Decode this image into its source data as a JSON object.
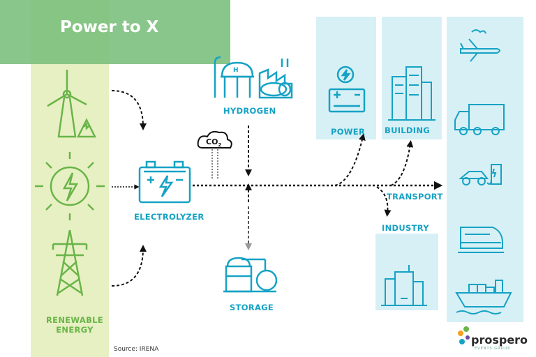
{
  "title": "Power to X",
  "labels": {
    "renewable_line1": "RENEWABLE",
    "renewable_line2": "ENERGY",
    "electrolyzer": "ELECTROLYZER",
    "hydrogen": "HYDROGEN",
    "storage": "STORAGE",
    "power": "POWER",
    "building": "BUILDING",
    "transport": "TRANSPORT",
    "industry": "INDUSTRY",
    "co2": "CO",
    "co2_sub": "2",
    "h2_tank": "H"
  },
  "source": "Source: IRENA",
  "logo": {
    "name": "prospero",
    "tagline": "EVENTS GROUP"
  },
  "colors": {
    "green": "#69b449",
    "blue": "#16a2c4",
    "panel": "#d6f0f6",
    "green_col": "#e7f0c2",
    "title_box": "#7cc07e"
  }
}
